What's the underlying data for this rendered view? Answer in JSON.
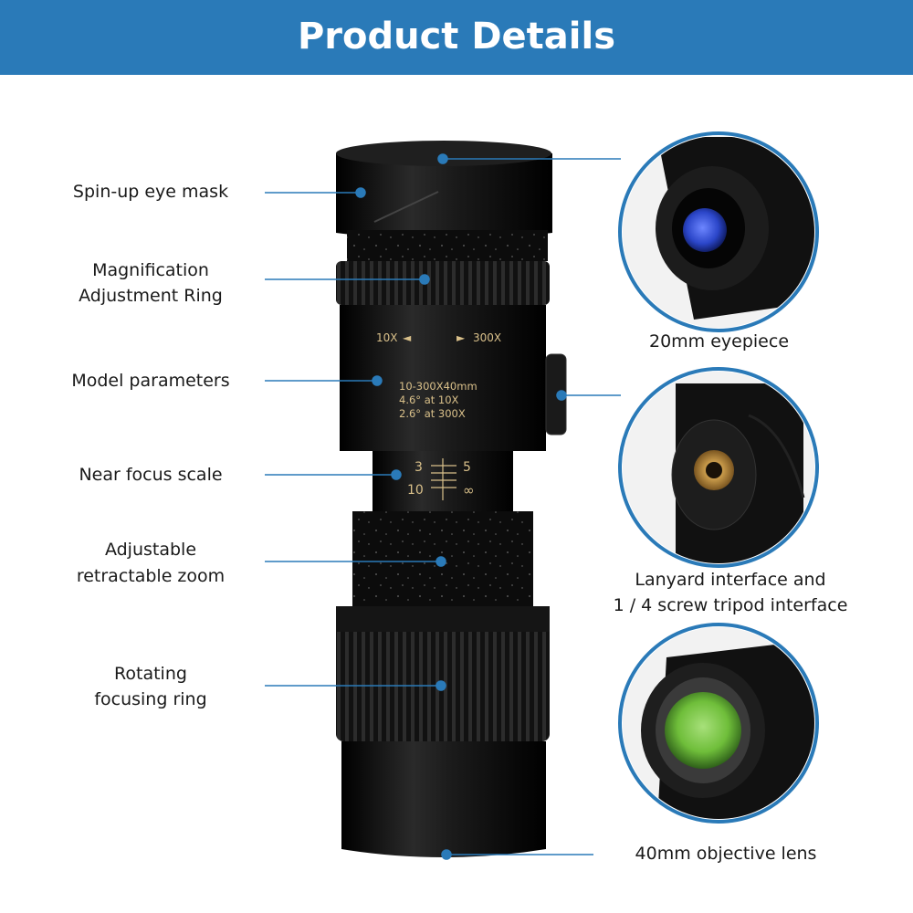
{
  "header": {
    "title": "Product Details",
    "color": "#2a7ab8"
  },
  "callouts": {
    "eye_mask": "Spin-up eye mask",
    "magnification_line1": "Magnification",
    "magnification_line2": "Adjustment Ring",
    "model_parameters": "Model parameters",
    "near_focus": "Near focus scale",
    "zoom_line1": "Adjustable",
    "zoom_line2": "retractable zoom",
    "focusing_line1": "Rotating",
    "focusing_line2": "focusing ring"
  },
  "details": {
    "eyepiece": "20mm eyepiece",
    "tripod_line1": "Lanyard interface and",
    "tripod_line2": "1 / 4 screw tripod interface",
    "objective": "40mm objective lens"
  },
  "tube_markings": {
    "zoom_min": "10X",
    "zoom_max": "300X",
    "spec_line1": "10-300X40mm",
    "spec_line2": "4.6° at 10X",
    "spec_line3": "2.6° at 300X",
    "focus_3": "3",
    "focus_5": "5",
    "focus_10": "10",
    "focus_inf": "∞"
  },
  "colors": {
    "callout_line": "#2a7ab8",
    "tube": "#0d0d0d",
    "marking": "#d9c08a",
    "lens_blue": "#2b46c9",
    "lens_green": "#6fbe3a"
  }
}
